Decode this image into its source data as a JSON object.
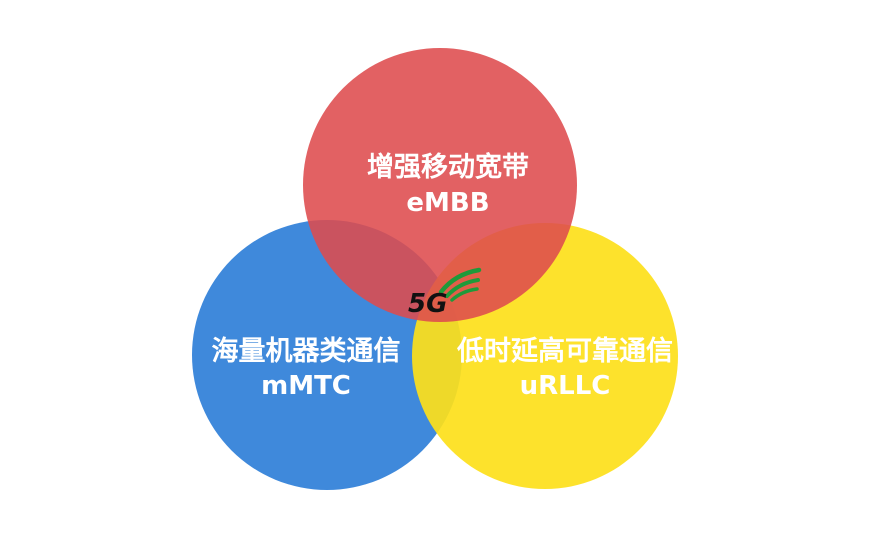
{
  "circles": [
    {
      "id": "embb",
      "zh": "增强移动宽带",
      "en": "eMBB",
      "color": "#de4b4d"
    },
    {
      "id": "mmtc",
      "zh": "海量机器类通信",
      "en": "mMTC",
      "color": "#2f7fd8"
    },
    {
      "id": "urllc",
      "zh": "低时延高可靠通信",
      "en": "uRLLC",
      "color": "#fde01a"
    }
  ],
  "logo": {
    "text": "5G",
    "arc_color": "#1f9a3a",
    "text_color": "#111111"
  }
}
